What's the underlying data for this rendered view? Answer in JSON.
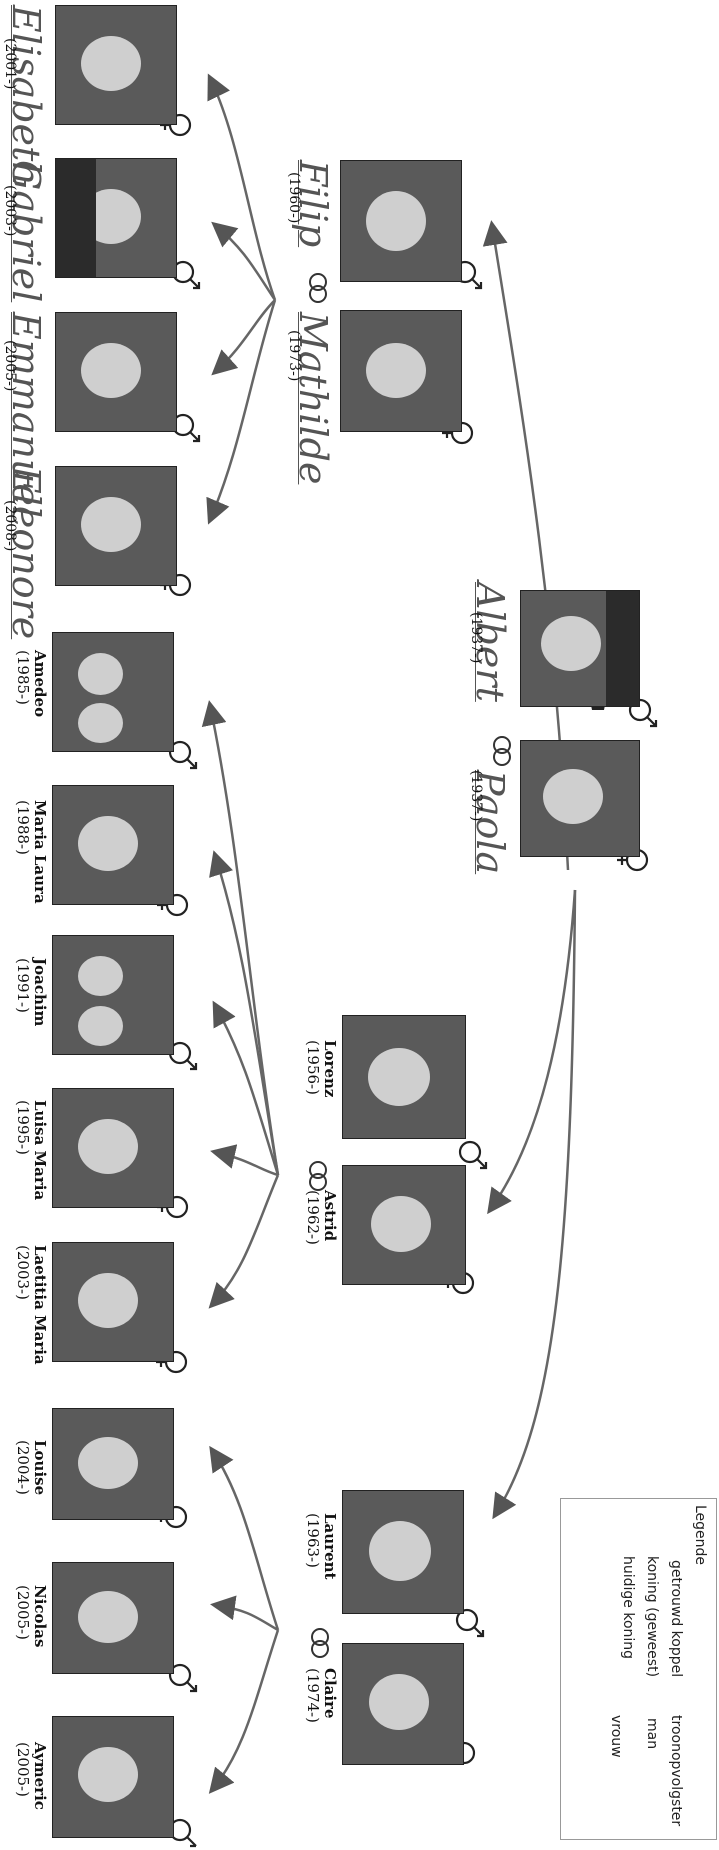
{
  "couples": {
    "albert_paola": {
      "husband": "Albert",
      "husband_year": "(1937-)",
      "wife": "Paola",
      "wife_year": "(1937-)"
    },
    "filip_mathilde": {
      "husband": "Filip",
      "husband_year": "(1960-)",
      "wife": "Mathilde",
      "wife_year": "(1973-)"
    },
    "lorenz_astrid": {
      "husband": "Lorenz",
      "husband_year": "(1956-)",
      "wife": "Astrid",
      "wife_year": "(1962-)"
    },
    "laurent_claire": {
      "husband": "Laurent",
      "husband_year": "(1963-)",
      "wife": "Claire",
      "wife_year": "(1974-)"
    }
  },
  "children_filip": [
    {
      "name": "Elisabeth",
      "year": "(2001-)"
    },
    {
      "name": "Gabriel",
      "year": "(2003-)"
    },
    {
      "name": "Emmanuel",
      "year": "(2005-)"
    },
    {
      "name": "Eleonore",
      "year": "(2008-)"
    }
  ],
  "children_astrid": [
    {
      "name": "Amedeo",
      "year": "(1985-)"
    },
    {
      "name": "Maria Laura",
      "year": "(1988-)"
    },
    {
      "name": "Joachim",
      "year": "(1991-)"
    },
    {
      "name": "Luisa Maria",
      "year": "(1995-)"
    },
    {
      "name": "Laetitia Maria",
      "year": "(2003-)"
    }
  ],
  "children_laurent": [
    {
      "name": "Louise",
      "year": "(2004-)"
    },
    {
      "name": "Nicolas",
      "year": "(2005-)"
    },
    {
      "name": "Aymeric",
      "year": "(2005-)"
    }
  ],
  "legend": {
    "title": "Legende",
    "items": [
      {
        "icon": "married-couple-icon",
        "label": "getrouwd koppel"
      },
      {
        "icon": "king-crown-icon",
        "label": "koning (geweest)"
      },
      {
        "icon": "current-king-crown-icon",
        "label": "huidige koning"
      },
      {
        "icon": "heir-crown-icon",
        "label": "troonopvolgster"
      },
      {
        "icon": "male-symbol-icon",
        "label": "man"
      },
      {
        "icon": "female-symbol-icon",
        "label": "vrouw"
      }
    ]
  }
}
